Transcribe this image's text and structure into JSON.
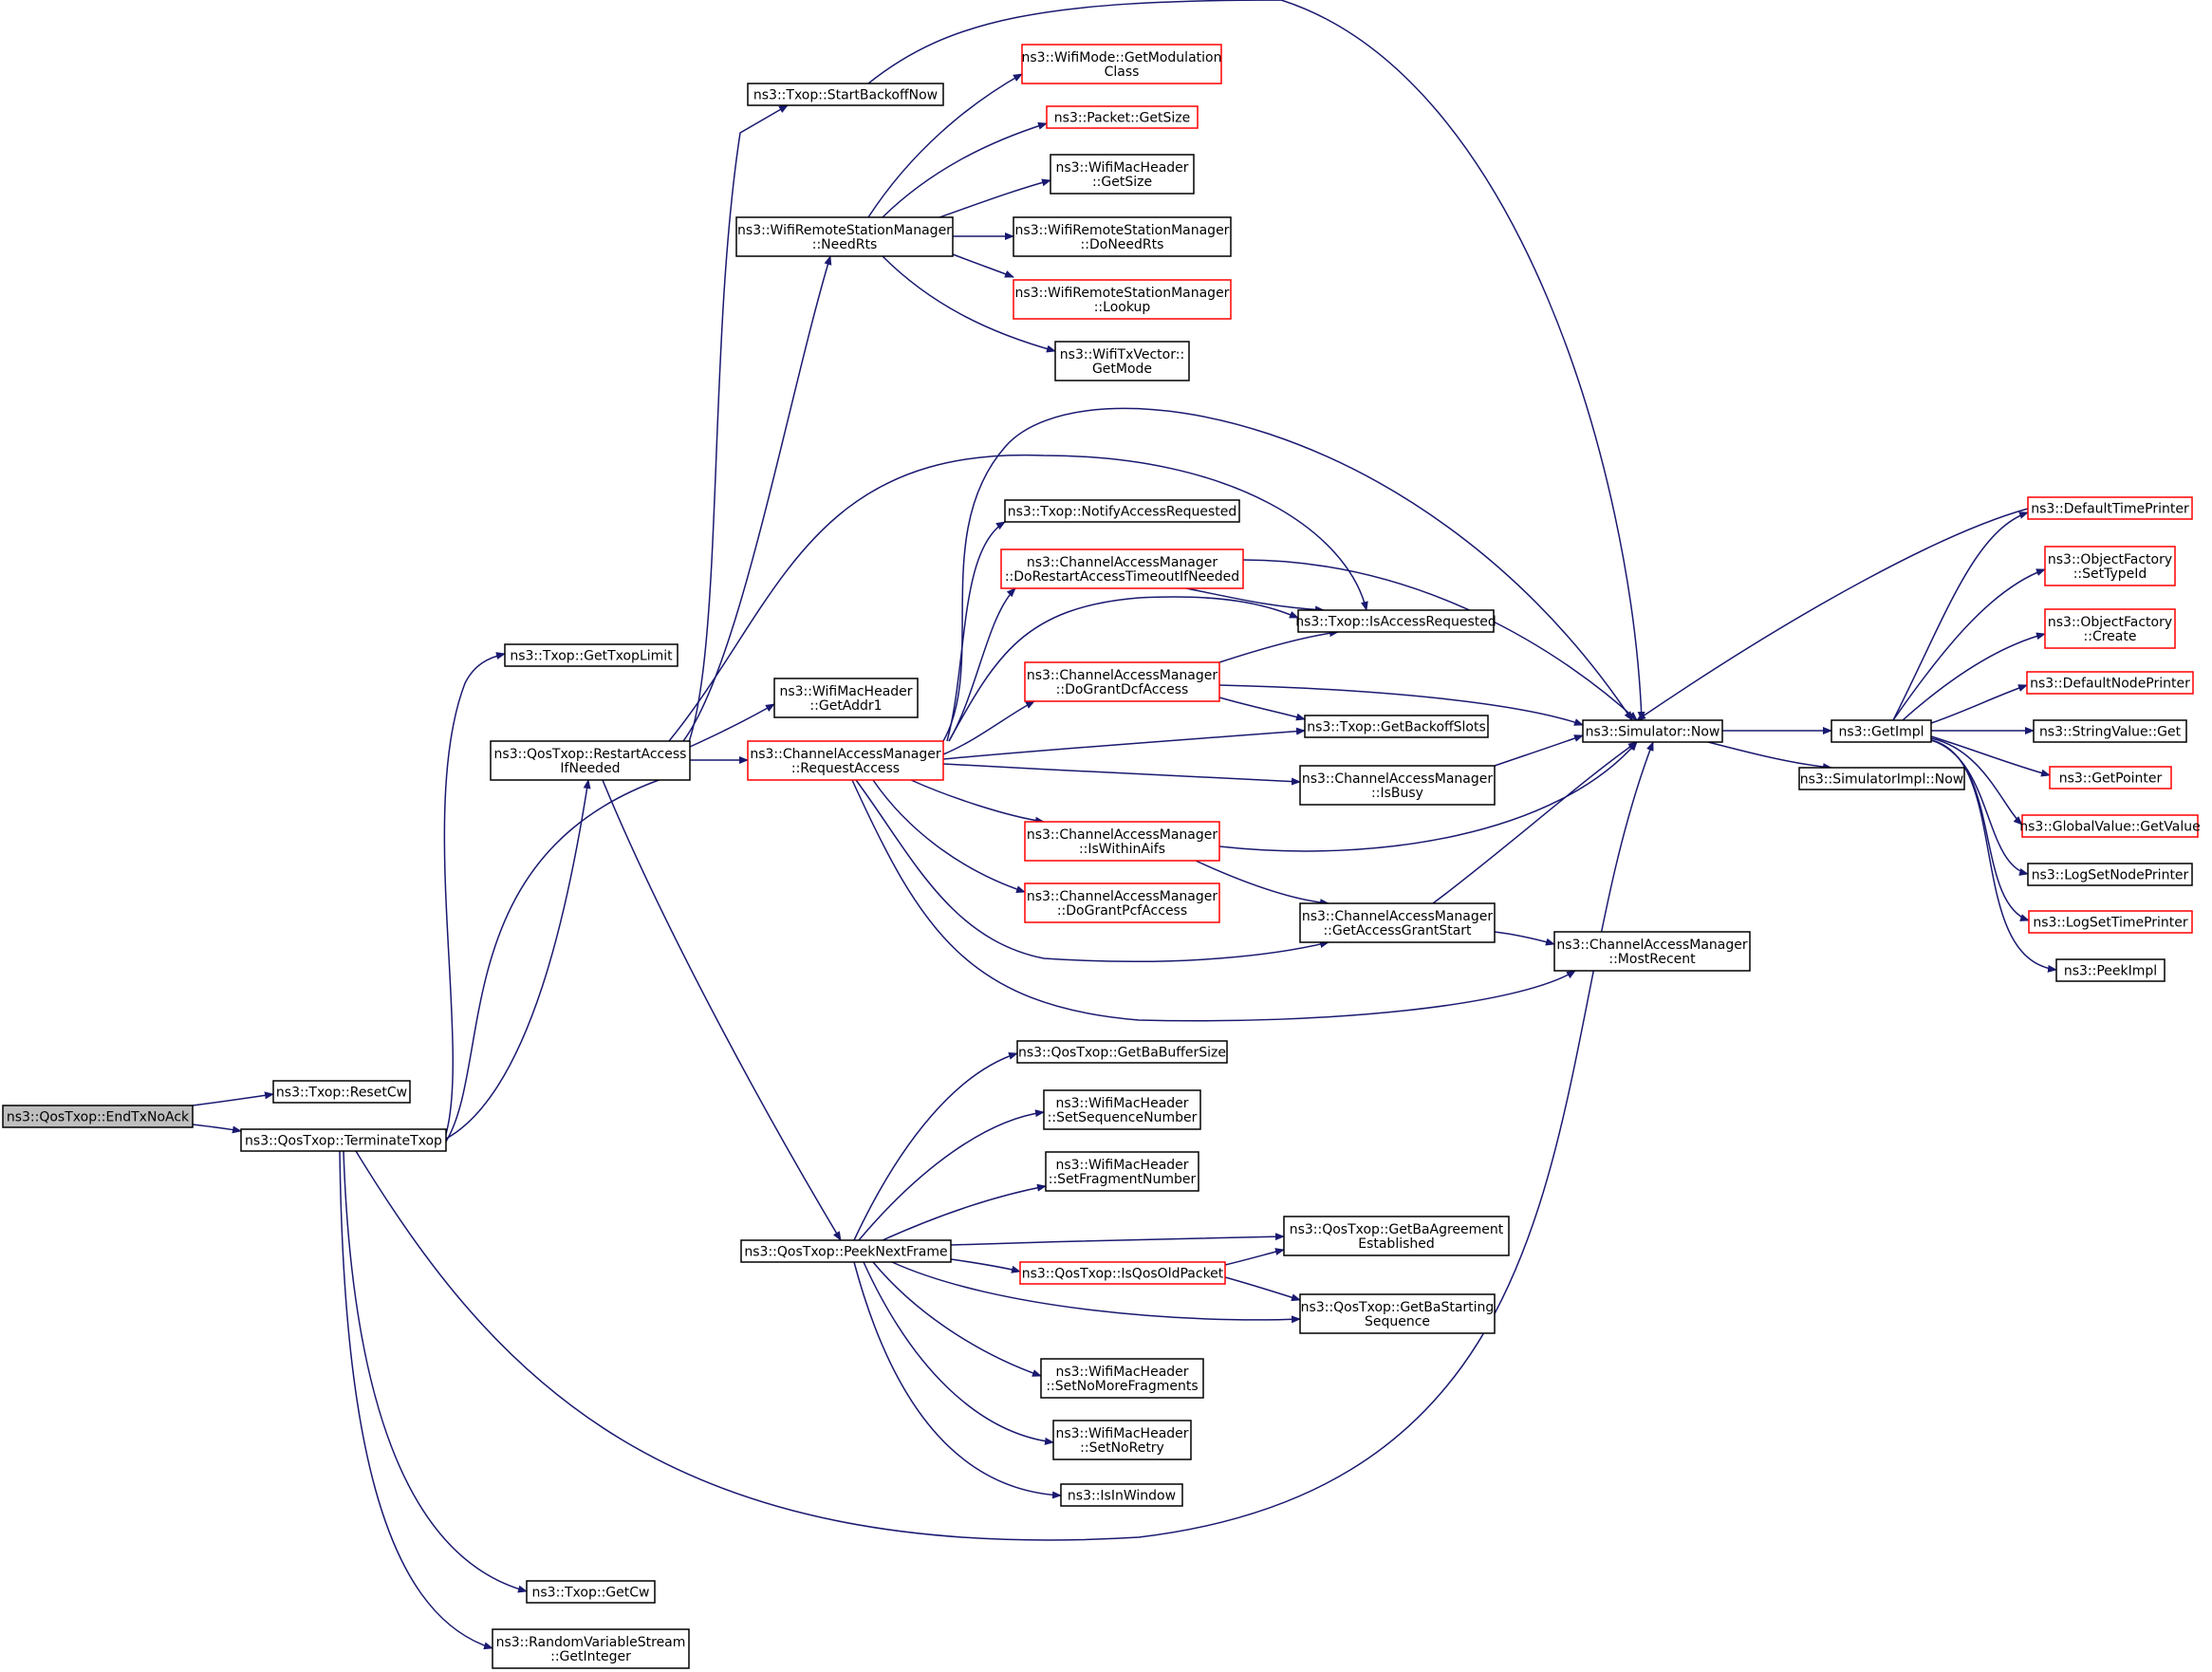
{
  "colors": {
    "edge": "#191970",
    "border_default": "#000000",
    "border_undocumented": "#ff0000",
    "root_fill": "#bfbfbf",
    "node_fill": "#ffffff"
  },
  "nodes": [
    {
      "id": "EndTxNoAck",
      "lines": [
        "ns3::QosTxop::EndTxNoAck"
      ],
      "style": "root"
    },
    {
      "id": "ResetCw",
      "lines": [
        "ns3::Txop::ResetCw"
      ],
      "style": "black"
    },
    {
      "id": "TerminateTxop",
      "lines": [
        "ns3::QosTxop::TerminateTxop"
      ],
      "style": "black"
    },
    {
      "id": "GetTxopLimit",
      "lines": [
        "ns3::Txop::GetTxopLimit"
      ],
      "style": "black"
    },
    {
      "id": "RestartAccessIfNeeded",
      "lines": [
        "ns3::QosTxop::RestartAccess",
        "IfNeeded"
      ],
      "style": "black"
    },
    {
      "id": "GetCw",
      "lines": [
        "ns3::Txop::GetCw"
      ],
      "style": "black"
    },
    {
      "id": "GetInteger",
      "lines": [
        "ns3::RandomVariableStream",
        "::GetInteger"
      ],
      "style": "black"
    },
    {
      "id": "StartBackoffNow",
      "lines": [
        "ns3::Txop::StartBackoffNow"
      ],
      "style": "black"
    },
    {
      "id": "NeedRts",
      "lines": [
        "ns3::WifiRemoteStationManager",
        "::NeedRts"
      ],
      "style": "black"
    },
    {
      "id": "GetAddr1",
      "lines": [
        "ns3::WifiMacHeader",
        "::GetAddr1"
      ],
      "style": "black"
    },
    {
      "id": "RequestAccess",
      "lines": [
        "ns3::ChannelAccessManager",
        "::RequestAccess"
      ],
      "style": "red"
    },
    {
      "id": "PeekNextFrame",
      "lines": [
        "ns3::QosTxop::PeekNextFrame"
      ],
      "style": "black"
    },
    {
      "id": "GetModulationClass",
      "lines": [
        "ns3::WifiMode::GetModulation",
        "Class"
      ],
      "style": "red"
    },
    {
      "id": "PacketGetSize",
      "lines": [
        "ns3::Packet::GetSize"
      ],
      "style": "red"
    },
    {
      "id": "MacHeaderGetSize",
      "lines": [
        "ns3::WifiMacHeader",
        "::GetSize"
      ],
      "style": "black"
    },
    {
      "id": "DoNeedRts",
      "lines": [
        "ns3::WifiRemoteStationManager",
        "::DoNeedRts"
      ],
      "style": "black"
    },
    {
      "id": "Lookup",
      "lines": [
        "ns3::WifiRemoteStationManager",
        "::Lookup"
      ],
      "style": "red"
    },
    {
      "id": "GetMode",
      "lines": [
        "ns3::WifiTxVector::",
        "GetMode"
      ],
      "style": "black"
    },
    {
      "id": "NotifyAccessRequested",
      "lines": [
        "ns3::Txop::NotifyAccessRequested"
      ],
      "style": "black"
    },
    {
      "id": "DoRestartAccessTimeoutIfNeeded",
      "lines": [
        "ns3::ChannelAccessManager",
        "::DoRestartAccessTimeoutIfNeeded"
      ],
      "style": "red"
    },
    {
      "id": "IsAccessRequested",
      "lines": [
        "ns3::Txop::IsAccessRequested"
      ],
      "style": "black"
    },
    {
      "id": "DoGrantDcfAccess",
      "lines": [
        "ns3::ChannelAccessManager",
        "::DoGrantDcfAccess"
      ],
      "style": "red"
    },
    {
      "id": "GetBackoffSlots",
      "lines": [
        "ns3::Txop::GetBackoffSlots"
      ],
      "style": "black"
    },
    {
      "id": "IsBusy",
      "lines": [
        "ns3::ChannelAccessManager",
        "::IsBusy"
      ],
      "style": "black"
    },
    {
      "id": "IsWithinAifs",
      "lines": [
        "ns3::ChannelAccessManager",
        "::IsWithinAifs"
      ],
      "style": "red"
    },
    {
      "id": "DoGrantPcfAccess",
      "lines": [
        "ns3::ChannelAccessManager",
        "::DoGrantPcfAccess"
      ],
      "style": "red"
    },
    {
      "id": "GetAccessGrantStart",
      "lines": [
        "ns3::ChannelAccessManager",
        "::GetAccessGrantStart"
      ],
      "style": "black"
    },
    {
      "id": "MostRecent",
      "lines": [
        "ns3::ChannelAccessManager",
        "::MostRecent"
      ],
      "style": "black"
    },
    {
      "id": "SimulatorNow",
      "lines": [
        "ns3::Simulator::Now"
      ],
      "style": "black"
    },
    {
      "id": "GetImpl",
      "lines": [
        "ns3::GetImpl"
      ],
      "style": "black"
    },
    {
      "id": "SimulatorImplNow",
      "lines": [
        "ns3::SimulatorImpl::Now"
      ],
      "style": "black"
    },
    {
      "id": "DefaultTimePrinter",
      "lines": [
        "ns3::DefaultTimePrinter"
      ],
      "style": "red"
    },
    {
      "id": "SetTypeId",
      "lines": [
        "ns3::ObjectFactory",
        "::SetTypeId"
      ],
      "style": "red"
    },
    {
      "id": "Create",
      "lines": [
        "ns3::ObjectFactory",
        "::Create"
      ],
      "style": "red"
    },
    {
      "id": "DefaultNodePrinter",
      "lines": [
        "ns3::DefaultNodePrinter"
      ],
      "style": "red"
    },
    {
      "id": "StringValueGet",
      "lines": [
        "ns3::StringValue::Get"
      ],
      "style": "black"
    },
    {
      "id": "GetPointer",
      "lines": [
        "ns3::GetPointer"
      ],
      "style": "red"
    },
    {
      "id": "GlobalValueGetValue",
      "lines": [
        "ns3::GlobalValue::GetValue"
      ],
      "style": "red"
    },
    {
      "id": "LogSetNodePrinter",
      "lines": [
        "ns3::LogSetNodePrinter"
      ],
      "style": "black"
    },
    {
      "id": "LogSetTimePrinter",
      "lines": [
        "ns3::LogSetTimePrinter"
      ],
      "style": "red"
    },
    {
      "id": "PeekImpl",
      "lines": [
        "ns3::PeekImpl"
      ],
      "style": "black"
    },
    {
      "id": "GetBaBufferSize",
      "lines": [
        "ns3::QosTxop::GetBaBufferSize"
      ],
      "style": "black"
    },
    {
      "id": "SetSequenceNumber",
      "lines": [
        "ns3::WifiMacHeader",
        "::SetSequenceNumber"
      ],
      "style": "black"
    },
    {
      "id": "SetFragmentNumber",
      "lines": [
        "ns3::WifiMacHeader",
        "::SetFragmentNumber"
      ],
      "style": "black"
    },
    {
      "id": "GetBaAgreementEstablished",
      "lines": [
        "ns3::QosTxop::GetBaAgreement",
        "Established"
      ],
      "style": "black"
    },
    {
      "id": "IsQosOldPacket",
      "lines": [
        "ns3::QosTxop::IsQosOldPacket"
      ],
      "style": "red"
    },
    {
      "id": "GetBaStartingSequence",
      "lines": [
        "ns3::QosTxop::GetBaStarting",
        "Sequence"
      ],
      "style": "black"
    },
    {
      "id": "SetNoMoreFragments",
      "lines": [
        "ns3::WifiMacHeader",
        "::SetNoMoreFragments"
      ],
      "style": "black"
    },
    {
      "id": "SetNoRetry",
      "lines": [
        "ns3::WifiMacHeader",
        "::SetNoRetry"
      ],
      "style": "black"
    },
    {
      "id": "IsInWindow",
      "lines": [
        "ns3::IsInWindow"
      ],
      "style": "black"
    }
  ],
  "edges": [
    [
      "EndTxNoAck",
      "ResetCw"
    ],
    [
      "EndTxNoAck",
      "TerminateTxop"
    ],
    [
      "TerminateTxop",
      "GetTxopLimit"
    ],
    [
      "TerminateTxop",
      "RestartAccessIfNeeded"
    ],
    [
      "TerminateTxop",
      "StartBackoffNow"
    ],
    [
      "TerminateTxop",
      "SimulatorNow"
    ],
    [
      "TerminateTxop",
      "GetCw"
    ],
    [
      "TerminateTxop",
      "GetInteger"
    ],
    [
      "RestartAccessIfNeeded",
      "NeedRts"
    ],
    [
      "RestartAccessIfNeeded",
      "IsAccessRequested"
    ],
    [
      "RestartAccessIfNeeded",
      "GetAddr1"
    ],
    [
      "RestartAccessIfNeeded",
      "RequestAccess"
    ],
    [
      "RestartAccessIfNeeded",
      "PeekNextFrame"
    ],
    [
      "StartBackoffNow",
      "SimulatorNow"
    ],
    [
      "NeedRts",
      "GetModulationClass"
    ],
    [
      "NeedRts",
      "PacketGetSize"
    ],
    [
      "NeedRts",
      "MacHeaderGetSize"
    ],
    [
      "NeedRts",
      "DoNeedRts"
    ],
    [
      "NeedRts",
      "Lookup"
    ],
    [
      "NeedRts",
      "GetMode"
    ],
    [
      "RequestAccess",
      "NotifyAccessRequested"
    ],
    [
      "RequestAccess",
      "DoRestartAccessTimeoutIfNeeded"
    ],
    [
      "RequestAccess",
      "IsAccessRequested"
    ],
    [
      "RequestAccess",
      "SimulatorNow"
    ],
    [
      "RequestAccess",
      "DoGrantDcfAccess"
    ],
    [
      "RequestAccess",
      "GetBackoffSlots"
    ],
    [
      "RequestAccess",
      "IsBusy"
    ],
    [
      "RequestAccess",
      "IsWithinAifs"
    ],
    [
      "RequestAccess",
      "DoGrantPcfAccess"
    ],
    [
      "RequestAccess",
      "GetAccessGrantStart"
    ],
    [
      "RequestAccess",
      "MostRecent"
    ],
    [
      "DoRestartAccessTimeoutIfNeeded",
      "IsAccessRequested"
    ],
    [
      "DoRestartAccessTimeoutIfNeeded",
      "SimulatorNow"
    ],
    [
      "DoGrantDcfAccess",
      "IsAccessRequested"
    ],
    [
      "DoGrantDcfAccess",
      "GetBackoffSlots"
    ],
    [
      "DoGrantDcfAccess",
      "SimulatorNow"
    ],
    [
      "IsBusy",
      "SimulatorNow"
    ],
    [
      "IsWithinAifs",
      "SimulatorNow"
    ],
    [
      "IsWithinAifs",
      "GetAccessGrantStart"
    ],
    [
      "GetAccessGrantStart",
      "SimulatorNow"
    ],
    [
      "GetAccessGrantStart",
      "MostRecent"
    ],
    [
      "SimulatorNow",
      "GetImpl"
    ],
    [
      "SimulatorNow",
      "SimulatorImplNow"
    ],
    [
      "GetImpl",
      "DefaultTimePrinter"
    ],
    [
      "GetImpl",
      "SimulatorNow"
    ],
    [
      "GetImpl",
      "SetTypeId"
    ],
    [
      "GetImpl",
      "Create"
    ],
    [
      "GetImpl",
      "DefaultNodePrinter"
    ],
    [
      "GetImpl",
      "StringValueGet"
    ],
    [
      "GetImpl",
      "GetPointer"
    ],
    [
      "GetImpl",
      "GlobalValueGetValue"
    ],
    [
      "GetImpl",
      "LogSetNodePrinter"
    ],
    [
      "GetImpl",
      "LogSetTimePrinter"
    ],
    [
      "GetImpl",
      "PeekImpl"
    ],
    [
      "PeekNextFrame",
      "GetBaBufferSize"
    ],
    [
      "PeekNextFrame",
      "SetSequenceNumber"
    ],
    [
      "PeekNextFrame",
      "SetFragmentNumber"
    ],
    [
      "PeekNextFrame",
      "GetBaAgreementEstablished"
    ],
    [
      "PeekNextFrame",
      "IsQosOldPacket"
    ],
    [
      "PeekNextFrame",
      "GetBaStartingSequence"
    ],
    [
      "PeekNextFrame",
      "SetNoMoreFragments"
    ],
    [
      "PeekNextFrame",
      "SetNoRetry"
    ],
    [
      "PeekNextFrame",
      "IsInWindow"
    ],
    [
      "IsQosOldPacket",
      "GetBaAgreementEstablished"
    ],
    [
      "IsQosOldPacket",
      "GetBaStartingSequence"
    ]
  ]
}
